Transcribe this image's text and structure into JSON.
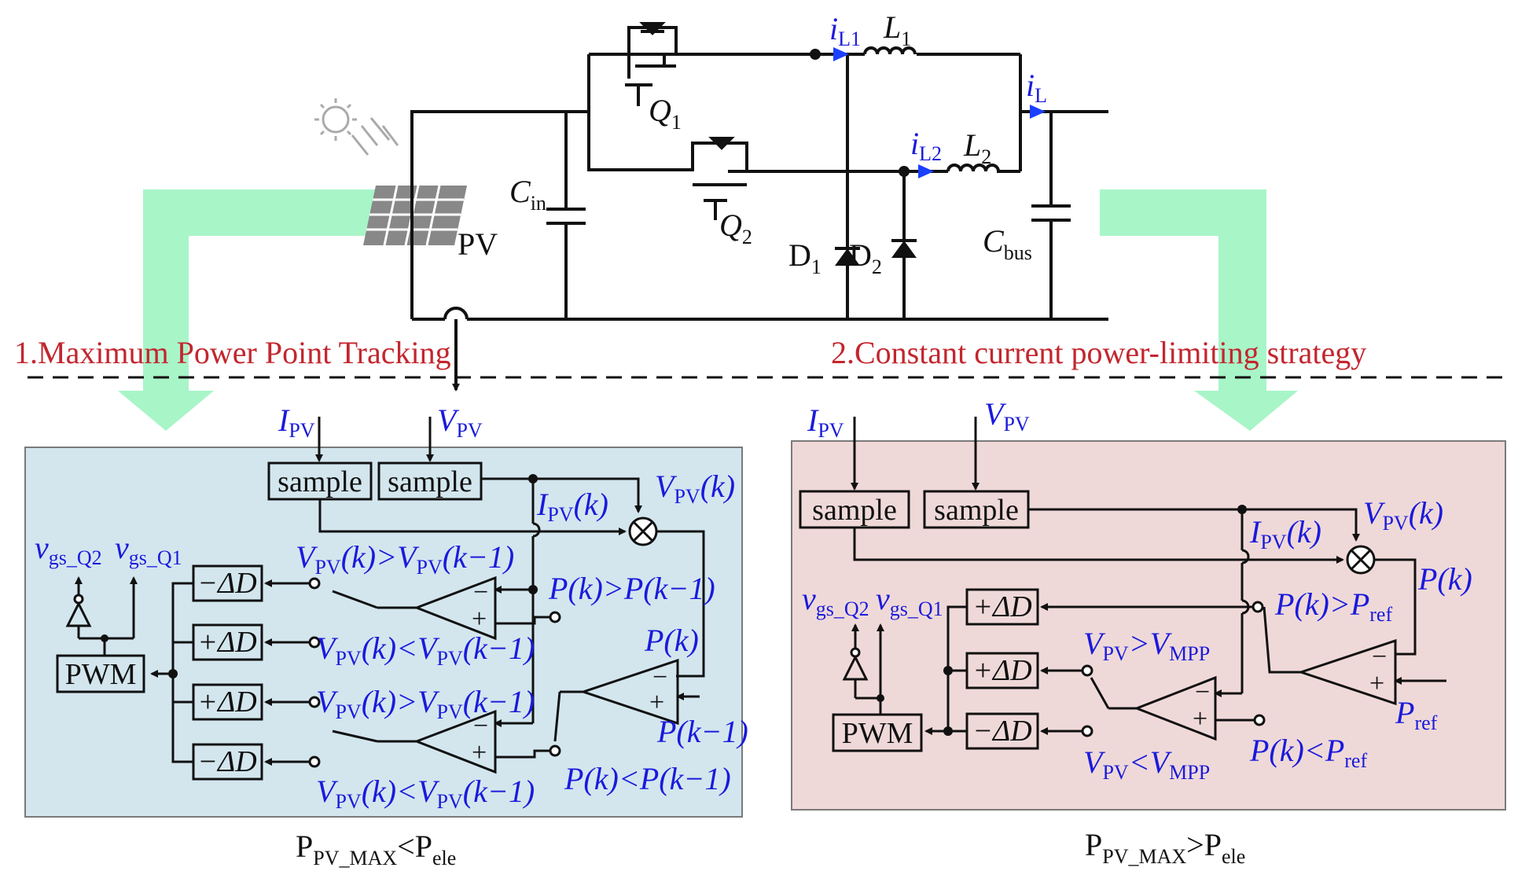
{
  "circuit": {
    "pv_label": "PV",
    "cin_label": "C",
    "cin_sub": "in",
    "cbus_label": "C",
    "cbus_sub": "bus",
    "q1_label": "Q",
    "q1_sub": "1",
    "q2_label": "Q",
    "q2_sub": "2",
    "d1_label": "D",
    "d1_sub": "1",
    "d2_label": "D",
    "d2_sub": "2",
    "l1_label": "L",
    "l1_sub": "1",
    "l2_label": "L",
    "l2_sub": "2",
    "il1_label": "i",
    "il1_sub": "L1",
    "il2_label": "i",
    "il2_sub": "L2",
    "il_label": "i",
    "il_sub": "L"
  },
  "strategies": {
    "left_title": "1.Maximum Power Point Tracking",
    "right_title": "2.Constant current power-limiting strategy"
  },
  "left_panel": {
    "ipv": "I",
    "ipv_sub": "PV",
    "vpv": "V",
    "vpv_sub": "PV",
    "sample1": "sample",
    "sample2": "sample",
    "ipvk": "I",
    "ipvk_sub": "PV",
    "ipvk_tail": "(k)",
    "vpvk": "V",
    "vpvk_sub": "PV",
    "vpvk_tail": "(k)",
    "vgs_q2": "v",
    "vgs_q2_sub": "gs_Q2",
    "vgs_q1": "v",
    "vgs_q1_sub": "gs_Q1",
    "pwm": "PWM",
    "minus_dd_1": "−ΔD",
    "plus_dd_1": "+ΔD",
    "plus_dd_2": "+ΔD",
    "minus_dd_2": "−ΔD",
    "cond1_a": "V",
    "cond1_a_sub": "PV",
    "cond1_b": "(k)>",
    "cond1_c": "V",
    "cond1_c_sub": "PV",
    "cond1_d": "(k−1)",
    "cond2_a": "V",
    "cond2_a_sub": "PV",
    "cond2_b": "(k)<",
    "cond2_c": "V",
    "cond2_c_sub": "PV",
    "cond2_d": "(k−1)",
    "cond3_a": "V",
    "cond3_a_sub": "PV",
    "cond3_b": "(k)>",
    "cond3_c": "V",
    "cond3_c_sub": "PV",
    "cond3_d": "(k−1)",
    "cond4_a": "V",
    "cond4_a_sub": "PV",
    "cond4_b": "(k)<",
    "cond4_c": "V",
    "cond4_c_sub": "PV",
    "cond4_d": "(k−1)",
    "pk_gt": "P(k)>P(k−1)",
    "pk_lt": "P(k)<P(k−1)",
    "pk": "P(k)",
    "pk1": "P(k−1)",
    "footer_a": "P",
    "footer_sub": "PV_MAX",
    "footer_b": "<P",
    "footer_sub2": "ele"
  },
  "right_panel": {
    "ipv": "I",
    "ipv_sub": "PV",
    "vpv": "V",
    "vpv_sub": "PV",
    "sample1": "sample",
    "sample2": "sample",
    "ipvk": "I",
    "ipvk_sub": "PV",
    "ipvk_tail": "(k)",
    "vpvk": "V",
    "vpvk_sub": "PV",
    "vpvk_tail": "(k)",
    "pk": "P(k)",
    "pk_gt_a": "P(k)>P",
    "pk_gt_sub": "ref",
    "pk_lt_a": "P(k)<P",
    "pk_lt_sub": "ref",
    "pref": "P",
    "pref_sub": "ref",
    "vgs_q2": "v",
    "vgs_q2_sub": "gs_Q2",
    "vgs_q1": "v",
    "vgs_q1_sub": "gs_Q1",
    "pwm": "PWM",
    "plus_dd_1": "+ΔD",
    "plus_dd_2": "+ΔD",
    "minus_dd": "−ΔD",
    "vgt_a": "V",
    "vgt_sub": "PV",
    "vgt_b": ">V",
    "vgt_sub2": "MPP",
    "vlt_a": "V",
    "vlt_sub": "PV",
    "vlt_b": "<V",
    "vlt_sub2": "MPP",
    "footer_a": "P",
    "footer_sub": "PV_MAX",
    "footer_b": ">P",
    "footer_sub2": "ele"
  },
  "colors": {
    "left_panel_bg": "#d3e6ee",
    "right_panel_bg": "#efd9d8",
    "arrow_green": "#a8f5c8",
    "symbol_blue": "#1a1adc",
    "title_red": "#c3262e"
  }
}
